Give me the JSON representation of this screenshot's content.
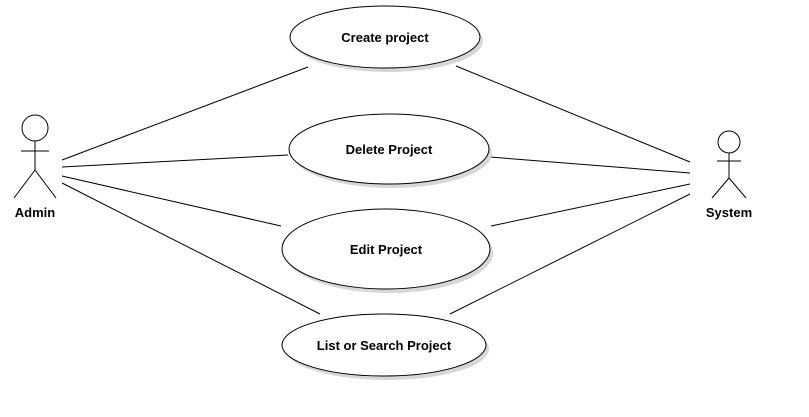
{
  "diagram": {
    "actors": {
      "admin": {
        "label": "Admin"
      },
      "system": {
        "label": "System"
      }
    },
    "use_cases": {
      "create": {
        "label": "Create project"
      },
      "delete": {
        "label": "Delete Project"
      },
      "edit": {
        "label": "Edit Project"
      },
      "list": {
        "label": "List or Search Project"
      }
    },
    "associations": [
      {
        "actor": "admin",
        "use_case": "create"
      },
      {
        "actor": "admin",
        "use_case": "delete"
      },
      {
        "actor": "admin",
        "use_case": "edit"
      },
      {
        "actor": "admin",
        "use_case": "list"
      },
      {
        "actor": "system",
        "use_case": "create"
      },
      {
        "actor": "system",
        "use_case": "delete"
      },
      {
        "actor": "system",
        "use_case": "edit"
      },
      {
        "actor": "system",
        "use_case": "list"
      }
    ]
  }
}
